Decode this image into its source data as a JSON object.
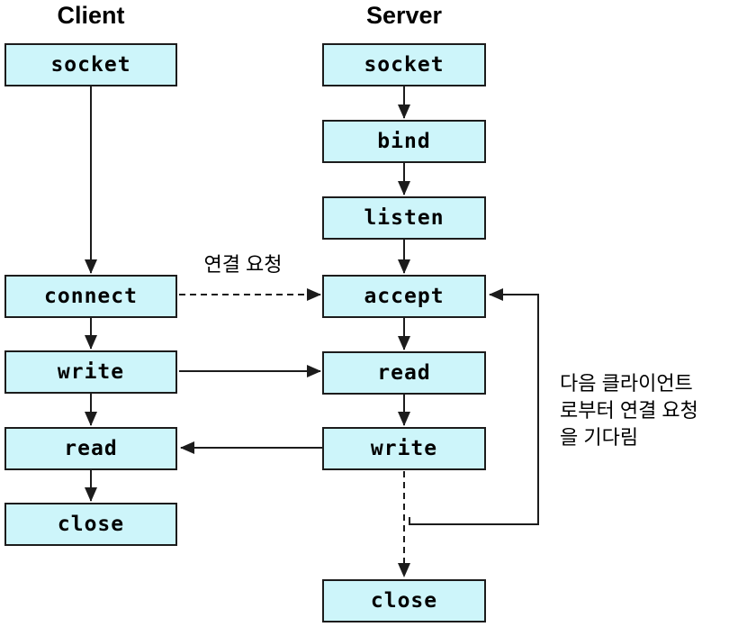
{
  "diagram": {
    "client": {
      "title": "Client",
      "boxes": [
        {
          "label": "socket"
        },
        {
          "label": "connect"
        },
        {
          "label": "write"
        },
        {
          "label": "read"
        },
        {
          "label": "close"
        }
      ]
    },
    "server": {
      "title": "Server",
      "boxes": [
        {
          "label": "socket"
        },
        {
          "label": "bind"
        },
        {
          "label": "listen"
        },
        {
          "label": "accept"
        },
        {
          "label": "read"
        },
        {
          "label": "write"
        },
        {
          "label": "close"
        }
      ]
    },
    "annotations": {
      "connection_request": "연결 요청",
      "wait_next_client_lines": [
        "다음 클라이언트",
        "로부터 연결 요청",
        "을 기다림"
      ]
    }
  },
  "colors": {
    "box_fill": "#cdf5fa",
    "box_border": "#1c1c1c",
    "line": "#1c1c1c",
    "text": "#000000"
  }
}
